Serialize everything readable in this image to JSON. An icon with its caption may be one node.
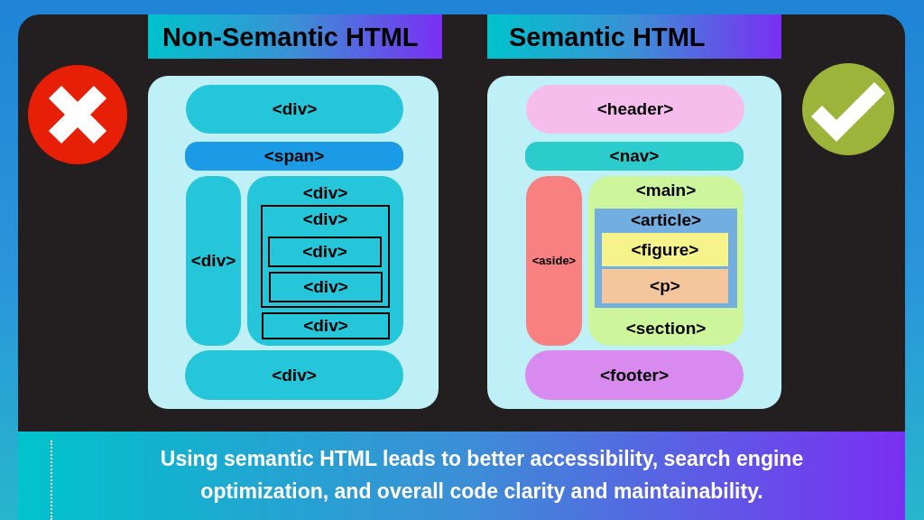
{
  "diagram": {
    "nodes": [
      {
        "text": [
          "Non-Semantic HTML"
        ]
      },
      {
        "text": [
          "Semantic HTML"
        ]
      },
      {
        "text": [],
        "shape": "box"
      },
      {
        "text": [
          "<div>"
        ],
        "in": 2
      },
      {
        "text": [
          "<span>"
        ],
        "in": 2
      },
      {
        "text": [
          "<div>"
        ],
        "in": 2
      },
      {
        "text": [
          "<div>"
        ],
        "in": 2
      },
      {
        "text": [
          "<div>"
        ],
        "in": 6
      },
      {
        "text": [
          "<div>"
        ],
        "in": 7
      },
      {
        "text": [
          "<div>"
        ],
        "in": 7
      },
      {
        "text": [
          "<div>"
        ],
        "in": 6
      },
      {
        "text": [
          "<div>"
        ],
        "in": 2
      },
      {
        "text": [],
        "shape": "box"
      },
      {
        "text": [
          "<header>"
        ],
        "in": 12
      },
      {
        "text": [
          "<nav>"
        ],
        "in": 12
      },
      {
        "text": [
          "<aside>"
        ],
        "in": 12
      },
      {
        "text": [
          "<main>",
          "<section>"
        ],
        "in": 12
      },
      {
        "text": [
          "<article>"
        ],
        "in": 16
      },
      {
        "text": [
          "<figure>"
        ],
        "in": 17
      },
      {
        "text": [
          "<p>"
        ],
        "in": 17
      },
      {
        "text": [
          "<footer>"
        ],
        "in": 12
      }
    ],
    "caption": "Using semantic HTML leads to better accessibility, search engine optimization, and overall code clarity and maintainability."
  }
}
